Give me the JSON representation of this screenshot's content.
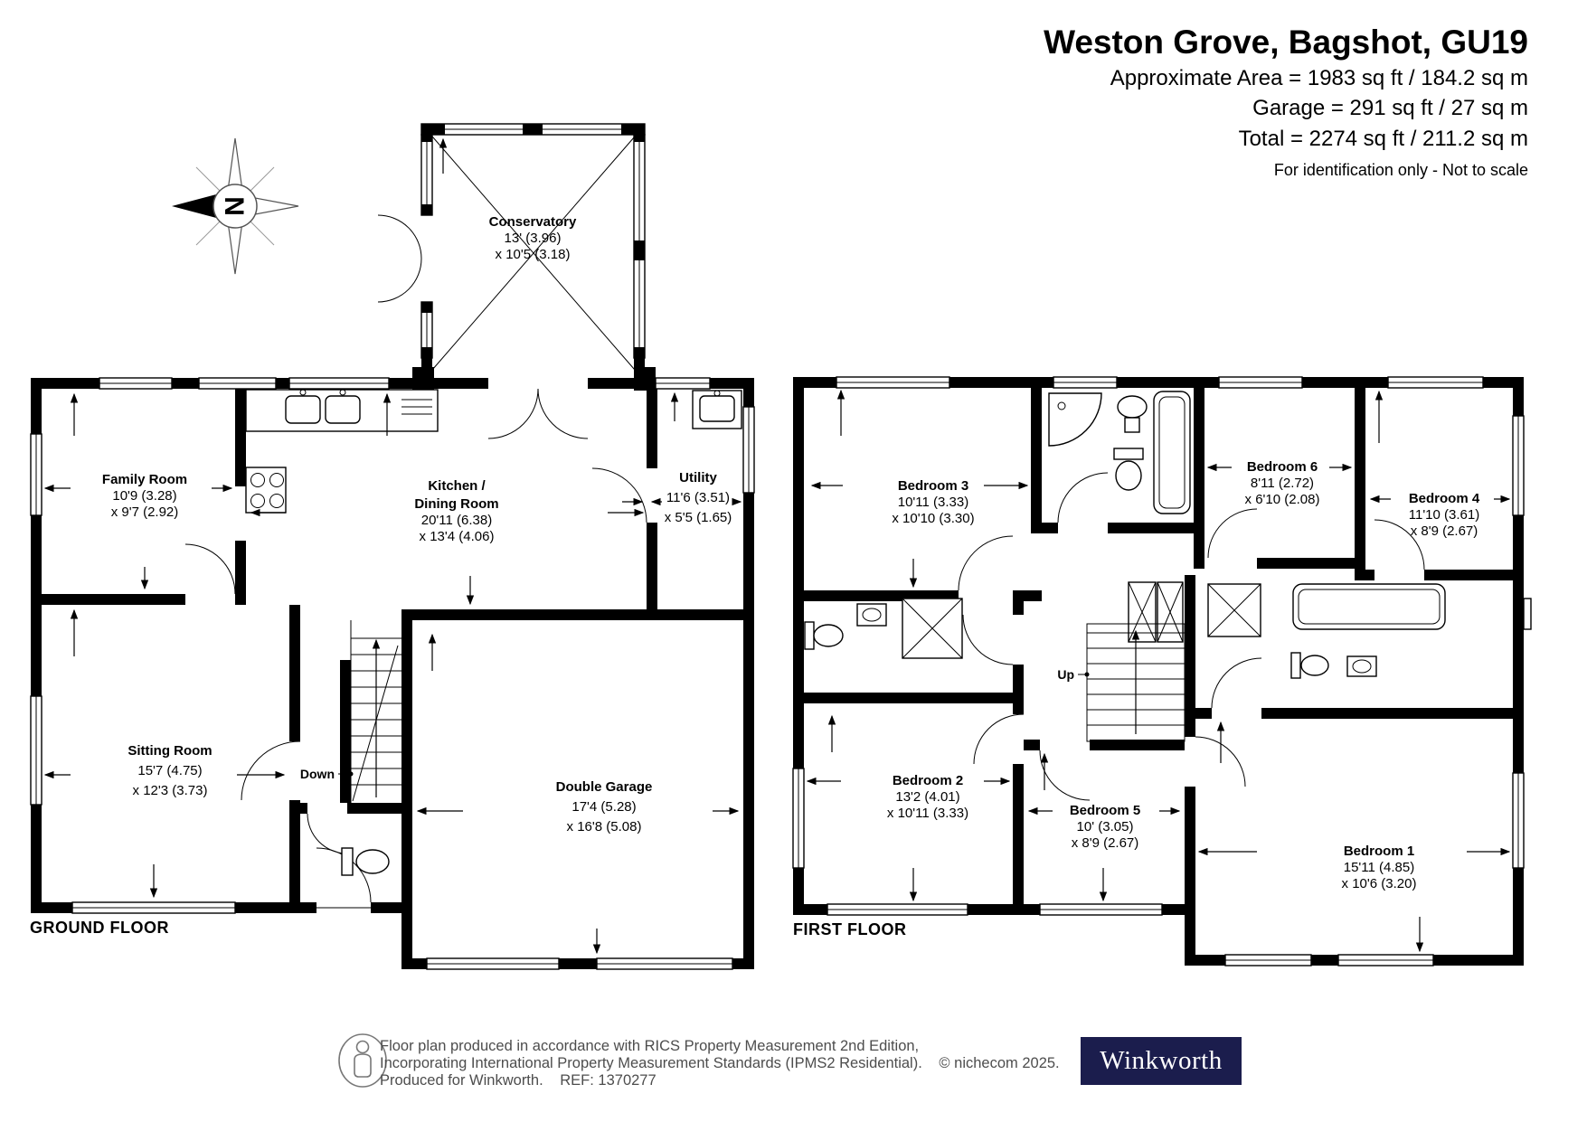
{
  "header": {
    "title": "Weston Grove, Bagshot, GU19",
    "area_line": "Approximate Area = 1983 sq ft / 184.2 sq m",
    "garage_line": "Garage = 291 sq ft / 27 sq m",
    "total_line": "Total = 2274 sq ft / 211.2 sq m",
    "note": "For identification only - Not to scale"
  },
  "compass": {
    "north_label": "N"
  },
  "ground_floor": {
    "label": "GROUND FLOOR",
    "stairs_label": "Down",
    "rooms": {
      "conservatory": {
        "name": "Conservatory",
        "dim1": "13' (3.96)",
        "dim2": "x 10'5 (3.18)"
      },
      "family_room": {
        "name": "Family Room",
        "dim1": "10'9 (3.28)",
        "dim2": "x 9'7 (2.92)"
      },
      "kitchen": {
        "name": "Kitchen /",
        "name2": "Dining Room",
        "dim1": "20'11 (6.38)",
        "dim2": "x 13'4 (4.06)"
      },
      "utility": {
        "name": "Utility",
        "dim1": "11'6 (3.51)",
        "dim2": "x 5'5 (1.65)"
      },
      "sitting_room": {
        "name": "Sitting Room",
        "dim1": "15'7 (4.75)",
        "dim2": "x 12'3 (3.73)"
      },
      "double_garage": {
        "name": "Double Garage",
        "dim1": "17'4 (5.28)",
        "dim2": "x 16'8 (5.08)"
      }
    }
  },
  "first_floor": {
    "label": "FIRST FLOOR",
    "stairs_label": "Up",
    "rooms": {
      "bedroom1": {
        "name": "Bedroom 1",
        "dim1": "15'11 (4.85)",
        "dim2": "x 10'6 (3.20)"
      },
      "bedroom2": {
        "name": "Bedroom 2",
        "dim1": "13'2 (4.01)",
        "dim2": "x 10'11 (3.33)"
      },
      "bedroom3": {
        "name": "Bedroom 3",
        "dim1": "10'11 (3.33)",
        "dim2": "x 10'10 (3.30)"
      },
      "bedroom4": {
        "name": "Bedroom 4",
        "dim1": "11'10 (3.61)",
        "dim2": "x 8'9 (2.67)"
      },
      "bedroom5": {
        "name": "Bedroom 5",
        "dim1": "10' (3.05)",
        "dim2": "x 8'9 (2.67)"
      },
      "bedroom6": {
        "name": "Bedroom 6",
        "dim1": "8'11 (2.72)",
        "dim2": "x 6'10 (2.08)"
      }
    }
  },
  "footer": {
    "line1": "Floor plan produced in accordance with RICS Property Measurement 2nd Edition,",
    "line2": "Incorporating International Property Measurement Standards (IPMS2 Residential).",
    "copyright": "© nichecom 2025.",
    "line3": "Produced for Winkworth.",
    "ref": "REF: 1370277",
    "logo_text": "Winkworth"
  },
  "colors": {
    "logo_bg": "#1b1d4d",
    "wall": "#000000"
  }
}
